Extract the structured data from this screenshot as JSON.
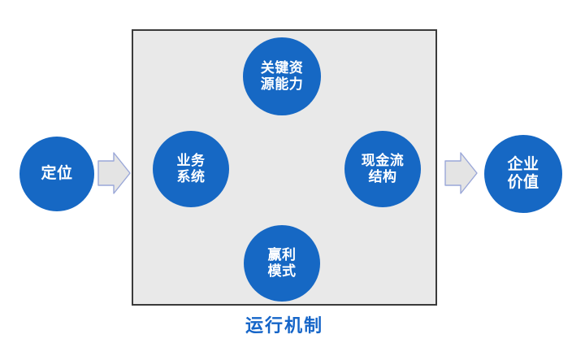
{
  "diagram": {
    "title_caption": "运行机制",
    "colors": {
      "circle_fill": "#1668c4",
      "circle_text": "#ffffff",
      "panel_fill": "#e9e9e9",
      "panel_border": "#3a3a3a",
      "caption_text": "#1565c8",
      "block_arrow_fill": "#e4e4e4",
      "block_arrow_stroke": "#9aa7d8",
      "diagonal_arrow": "#a6a6a6",
      "cross_arrow": "#1a1a1a",
      "page_background": "#ffffff"
    },
    "input_node": {
      "name": "positioning",
      "lines": [
        "定位"
      ]
    },
    "output_node": {
      "name": "enterprise-value",
      "lines": [
        "企业",
        "价值"
      ]
    },
    "inner_nodes": [
      {
        "name": "key-resource-capability",
        "position": "top",
        "lines": [
          "关键资",
          "源能力"
        ]
      },
      {
        "name": "business-system",
        "position": "left",
        "lines": [
          "业务",
          "系统"
        ]
      },
      {
        "name": "cash-flow-structure",
        "position": "right",
        "lines": [
          "现金流",
          "结构"
        ]
      },
      {
        "name": "profit-model",
        "position": "bottom",
        "lines": [
          "赢利",
          "模式"
        ]
      }
    ],
    "block_arrows": [
      {
        "name": "arrow-positioning-to-mechanism",
        "direction": "right"
      },
      {
        "name": "arrow-mechanism-to-value",
        "direction": "right"
      }
    ],
    "connectors": [
      {
        "name": "link-business-to-key-resource",
        "style": "grey-double-arrow"
      },
      {
        "name": "link-key-resource-to-cashflow",
        "style": "grey-double-arrow"
      },
      {
        "name": "link-cashflow-to-profit",
        "style": "grey-double-arrow"
      },
      {
        "name": "link-profit-to-business",
        "style": "grey-double-arrow"
      },
      {
        "name": "link-business-to-cashflow",
        "style": "black-double-arrow"
      },
      {
        "name": "link-key-resource-to-profit",
        "style": "black-double-arrow"
      }
    ]
  }
}
